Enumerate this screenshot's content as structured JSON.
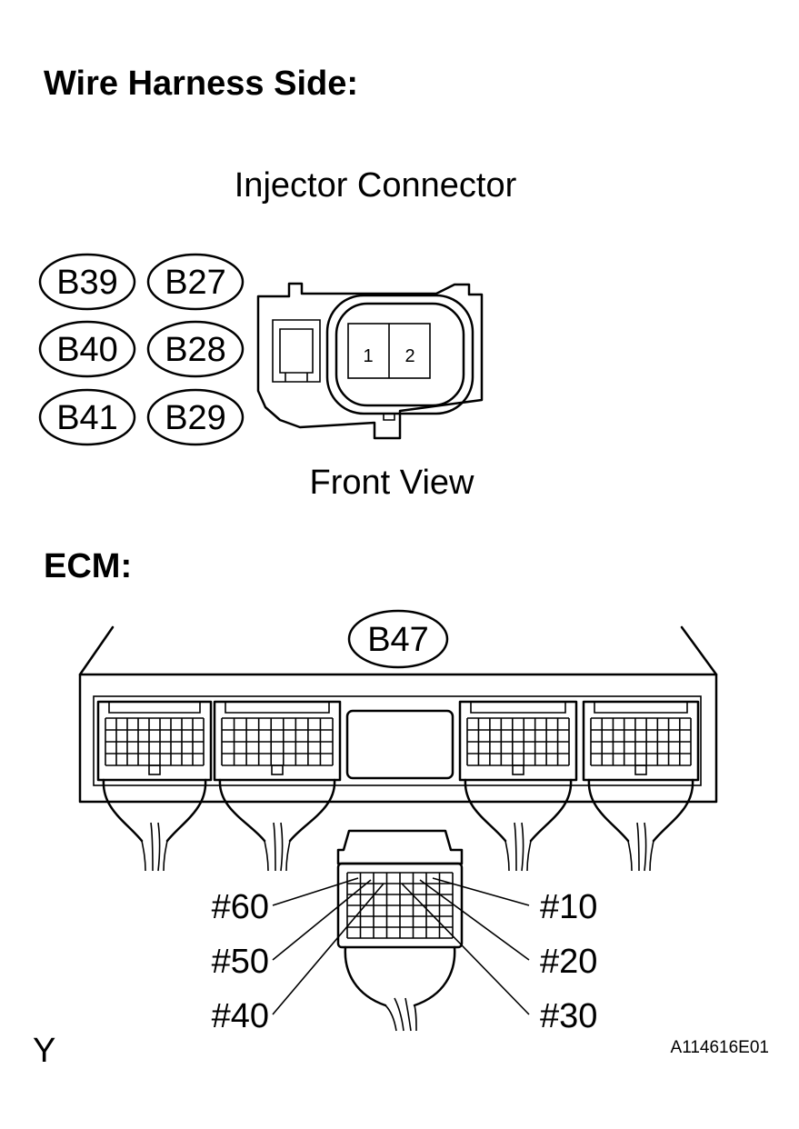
{
  "headings": {
    "wire_harness": "Wire Harness Side:",
    "ecm": "ECM:"
  },
  "injector": {
    "title": "Injector Connector",
    "codes": [
      "B39",
      "B27",
      "B40",
      "B28",
      "B41",
      "B29"
    ],
    "pins": [
      "1",
      "2"
    ],
    "view_label": "Front View"
  },
  "ecm": {
    "connector_code": "B47",
    "terminals_left": [
      "#60",
      "#50",
      "#40"
    ],
    "terminals_right": [
      "#10",
      "#20",
      "#30"
    ]
  },
  "footer": {
    "corner_mark": "Y",
    "figure_id": "A114616E01"
  }
}
